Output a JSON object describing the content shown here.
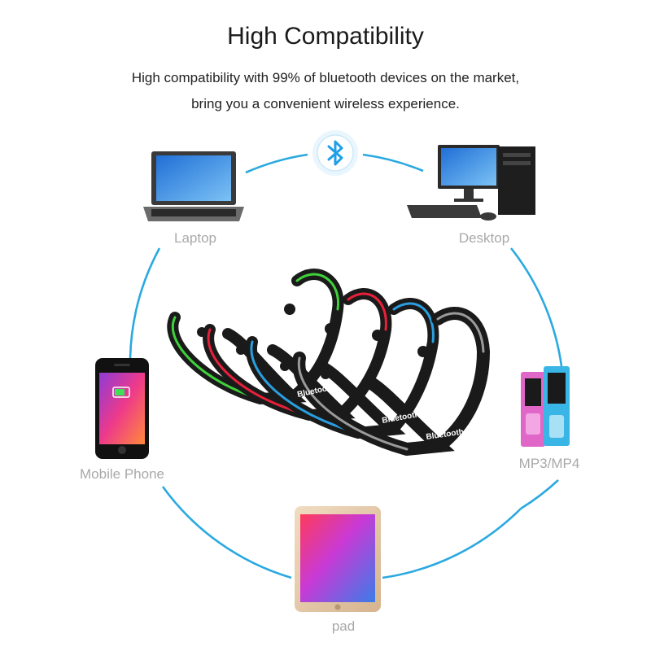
{
  "header": {
    "title": "High Compatibility",
    "subtitle_line1": "High compatibility with 99% of bluetooth devices on the market,",
    "subtitle_line2": "bring you a convenient wireless experience."
  },
  "devices": {
    "laptop": "Laptop",
    "desktop": "Desktop",
    "phone": "Mobile Phone",
    "mp3": "MP3/MP4",
    "pad": "pad"
  },
  "headphones": {
    "band_label": "Bluetooth",
    "accent_colors": [
      "#3fd13a",
      "#e8203a",
      "#2a9fe0",
      "#9a9a9a"
    ]
  },
  "colors": {
    "circle": "#2aa9e0",
    "bluetooth": "#1e9fe6"
  },
  "icons": [
    "bluetooth-icon",
    "laptop-icon",
    "desktop-icon",
    "phone-icon",
    "mp3-player-icon",
    "tablet-icon"
  ]
}
